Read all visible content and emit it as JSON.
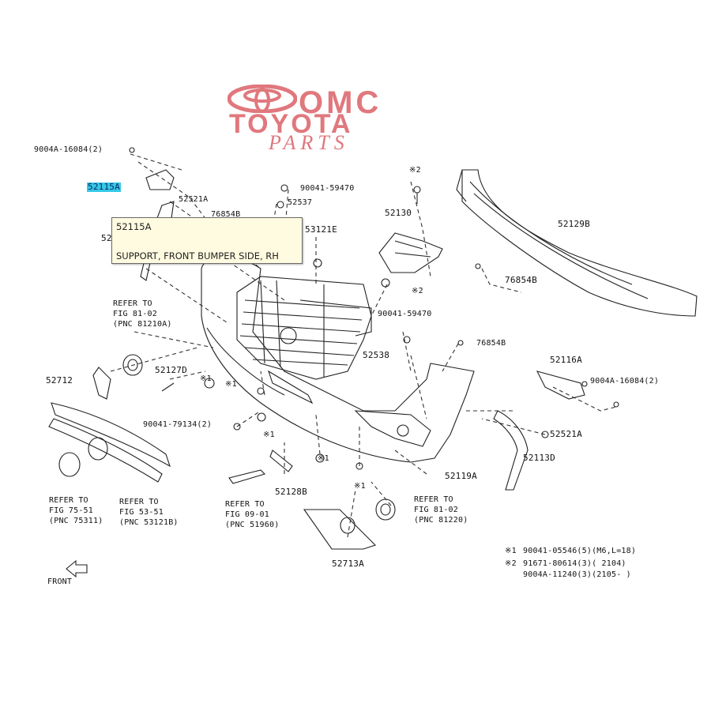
{
  "logo": {
    "line1": "OMC",
    "line2": "TOYOTA",
    "line3": "PARTS",
    "color": "#e0787d"
  },
  "tooltip": {
    "part_no": "52115A",
    "description": "SUPPORT, FRONT BUMPER SIDE, RH"
  },
  "highlight_color": "#36c8e6",
  "labels": {
    "p9004a_16084_top": "9004A-16084(2)",
    "p52115a": "52115A",
    "p52521a_top": "52521A",
    "p76854b_left": "76854B",
    "p52_partial": "52",
    "p90041_59470_top": "90041-59470",
    "p52537": "52537",
    "p53121e": "53121E",
    "p52130": "52130",
    "p52129b": "52129B",
    "p76854b_right": "76854B",
    "x2_top": "※2",
    "x2_mid": "※2",
    "p90041_59470_mid": "90041-59470",
    "p52538": "52538",
    "p76854b_mid": "76854B",
    "refer_81_02_a_1": "REFER TO",
    "refer_81_02_a_2": "FIG 81-02",
    "refer_81_02_a_3": "(PNC 81210A)",
    "p52712": "52712",
    "p52127d": "52127D",
    "x1_a": "※1",
    "x1_b": "※1",
    "x1_c": "※1",
    "x1_d": "※1",
    "p90041_79134": "90041-79134(2)",
    "p52116a": "52116A",
    "p9004a_16084_right": "9004A-16084(2)",
    "p52521a_right": "52521A",
    "p52113d": "52113D",
    "p52119a": "52119A",
    "p52128b": "52128B",
    "refer_09_01_1": "REFER TO",
    "refer_09_01_2": "FIG 09-01",
    "refer_09_01_3": "(PNC 51960)",
    "refer_75_51_1": "REFER TO",
    "refer_75_51_2": "FIG 75-51",
    "refer_75_51_3": "(PNC 75311)",
    "refer_53_51_1": "REFER TO",
    "refer_53_51_2": "FIG 53-51",
    "refer_53_51_3": "(PNC 53121B)",
    "refer_81_02_b_1": "REFER TO",
    "refer_81_02_b_2": "FIG 81-02",
    "refer_81_02_b_3": "(PNC 81220)",
    "p52713a": "52713A",
    "front": "FRONT"
  },
  "legend": {
    "row1_mark": "※1",
    "row1_text": "90041-05546(5)(M6,L=18)",
    "row2_mark": "※2",
    "row2_text": "91671-80614(3)(      2104)",
    "row3_text": "9004A-11240(3)(2105-     )"
  }
}
